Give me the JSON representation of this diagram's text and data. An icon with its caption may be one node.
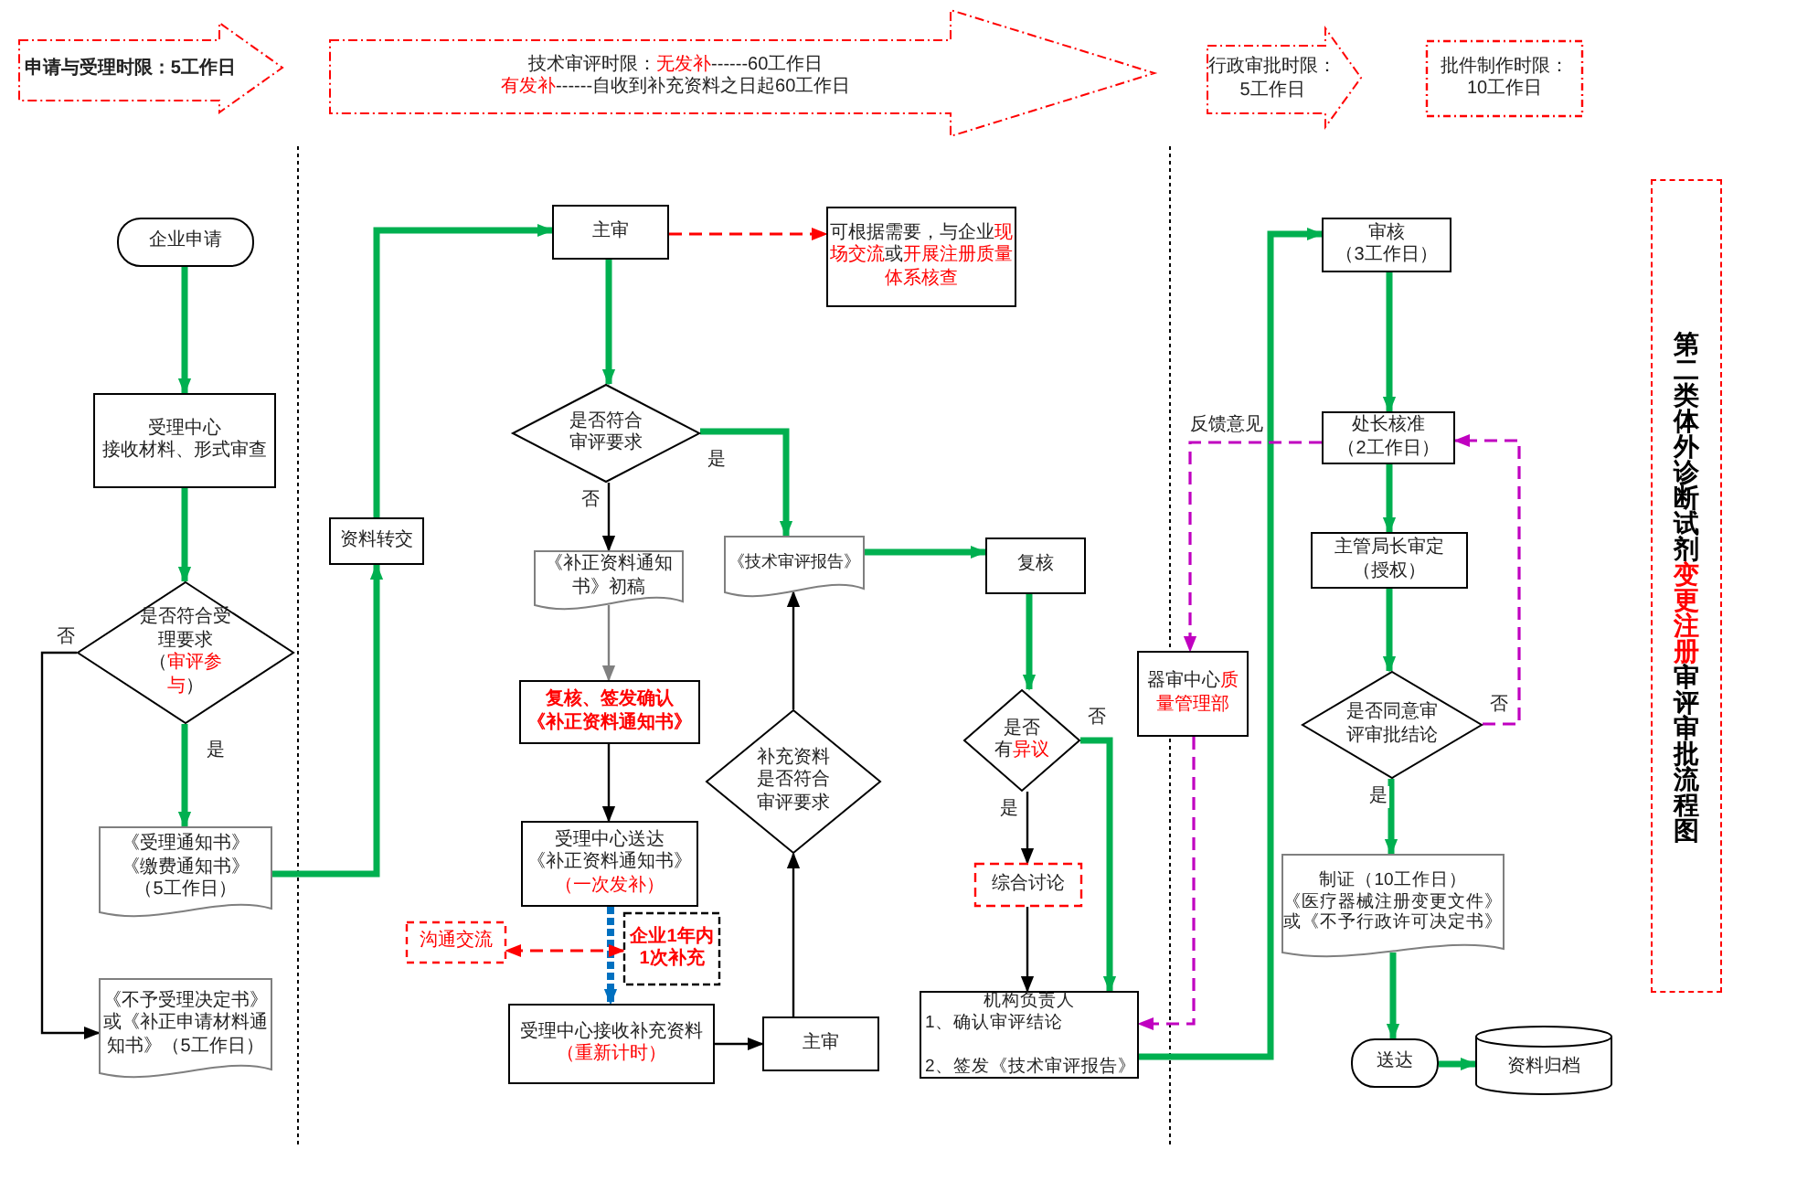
{
  "diagram": {
    "nodes": [
      {
        "text": [
          "申请与受理时限：5工作日"
        ]
      },
      {
        "text": [
          "技术审评时限：",
          "无发补",
          "------60工作日",
          "有发补",
          "------自收到补充资料之日起60工作日"
        ]
      },
      {
        "text": [
          "行政审批时限：",
          "5工作日"
        ]
      },
      {
        "text": [
          "批件制作时限：",
          "10工作日"
        ]
      },
      {
        "text": [
          "企业申请"
        ]
      },
      {
        "text": [
          "受理中心",
          "接收材料、形式审查"
        ]
      },
      {
        "text": [
          "是否符合受理要求",
          "（",
          "审评参与",
          "）"
        ]
      },
      {
        "text": [
          "《受理通知书》",
          "《缴费通知书》",
          "（5工作日）"
        ]
      },
      {
        "text": [
          "《不予受理决定书》或《补正申请材料通知书》（5工作日）"
        ]
      },
      {
        "text": [
          "资料转交"
        ]
      },
      {
        "text": [
          "沟通交流"
        ]
      },
      {
        "text": [
          "主审"
        ]
      },
      {
        "text": [
          "可根据需要，与企业",
          "现场交流",
          "或",
          "开展注册质量体系核查"
        ]
      },
      {
        "text": [
          "是否符合审评要求"
        ]
      },
      {
        "text": [
          "《补正资料通知书》初稿"
        ]
      },
      {
        "text": [
          "《技术审评报告》"
        ]
      },
      {
        "text": [
          "复核、签发确认",
          "《补正资料通知书》"
        ]
      },
      {
        "text": [
          "受理中心送达",
          "《补正资料通知书》",
          "（一次发补）"
        ]
      },
      {
        "text": [
          "企业1年内1次补充"
        ]
      },
      {
        "text": [
          "补充资料是否符合审评要求"
        ]
      },
      {
        "text": [
          "受理中心接收补充资料",
          "（重新计时）"
        ]
      },
      {
        "text": [
          "主审"
        ]
      },
      {
        "text": [
          "复核"
        ]
      },
      {
        "text": [
          "是否",
          "有",
          "异议"
        ]
      },
      {
        "text": [
          "综合讨论"
        ]
      },
      {
        "text": [
          "机构负责人",
          "1、确认审评结论",
          "2、签发《技术审评报告》"
        ]
      },
      {
        "text": [
          "器审中心",
          "质量管理部"
        ]
      },
      {
        "text": [
          "审核",
          "（3工作日）"
        ]
      },
      {
        "text": [
          "处长核准",
          "（2工作日）"
        ]
      },
      {
        "text": [
          "主管局长审定",
          "（授权）"
        ]
      },
      {
        "text": [
          "是否同意审评审批结论"
        ]
      },
      {
        "text": [
          "制证（10工作日）",
          "《医疗器械注册变更文件》",
          "或《不予行政许可决定书》"
        ]
      },
      {
        "text": [
          "送达"
        ]
      },
      {
        "text": [
          "资料归档"
        ]
      },
      {
        "text": [
          "第二类体外诊断试剂",
          "变更注册",
          "审评审批流程图"
        ]
      }
    ],
    "edges": [
      {
        "from": 4,
        "to": 5,
        "arrow": "to"
      },
      {
        "from": 5,
        "to": 6,
        "arrow": "to"
      },
      {
        "from": 6,
        "to": 7,
        "arrow": "to",
        "label": "是"
      },
      {
        "from": 6,
        "to": 8,
        "arrow": "to",
        "label": "否",
        "color": "#000000"
      },
      {
        "from": 7,
        "to": 9,
        "arrow": "to"
      },
      {
        "from": 9,
        "to": 11,
        "arrow": "to"
      },
      {
        "from": 11,
        "to": 12,
        "arrow": "to",
        "style": "dashed",
        "color": "#ff0000"
      },
      {
        "from": 11,
        "to": 13,
        "arrow": "to"
      },
      {
        "from": 13,
        "to": 14,
        "arrow": "to",
        "label": "否",
        "color": "#000000"
      },
      {
        "from": 13,
        "to": 15,
        "arrow": "to",
        "label": "是"
      },
      {
        "from": 14,
        "to": 16,
        "arrow": "to",
        "color": "#808080"
      },
      {
        "from": 16,
        "to": 17,
        "arrow": "to",
        "color": "#000000"
      },
      {
        "from": 17,
        "to": 20,
        "arrow": "to",
        "style": "dashed",
        "color": "#0070c0"
      },
      {
        "from": 18,
        "to": 10,
        "arrow": "both",
        "style": "dashed",
        "color": "#ff0000"
      },
      {
        "from": 20,
        "to": 21,
        "arrow": "to",
        "color": "#000000"
      },
      {
        "from": 21,
        "to": 19,
        "arrow": "to",
        "color": "#000000"
      },
      {
        "from": 19,
        "to": 15,
        "arrow": "to",
        "color": "#000000"
      },
      {
        "from": 15,
        "to": 22,
        "arrow": "to"
      },
      {
        "from": 22,
        "to": 23,
        "arrow": "to"
      },
      {
        "from": 23,
        "to": 24,
        "arrow": "to",
        "label": "是",
        "color": "#000000"
      },
      {
        "from": 24,
        "to": 25,
        "arrow": "to",
        "color": "#000000"
      },
      {
        "from": 23,
        "to": 25,
        "arrow": "to",
        "label": "否"
      },
      {
        "from": 25,
        "to": 27,
        "arrow": "to"
      },
      {
        "from": 27,
        "to": 28,
        "arrow": "to"
      },
      {
        "from": 28,
        "to": 29,
        "arrow": "to"
      },
      {
        "from": 29,
        "to": 30,
        "arrow": "to"
      },
      {
        "from": 30,
        "to": 31,
        "arrow": "to",
        "label": "是"
      },
      {
        "from": 31,
        "to": 32,
        "arrow": "to"
      },
      {
        "from": 32,
        "to": 33,
        "arrow": "to"
      },
      {
        "from": 30,
        "to": 28,
        "arrow": "to",
        "label": "否",
        "style": "dashed",
        "color": "#c000c0"
      },
      {
        "from": 28,
        "to": 26,
        "arrow": "to",
        "label": "反馈意见",
        "style": "dashed",
        "color": "#c000c0"
      },
      {
        "from": 26,
        "to": 25,
        "arrow": "to",
        "style": "dashed",
        "color": "#c000c0"
      }
    ]
  }
}
